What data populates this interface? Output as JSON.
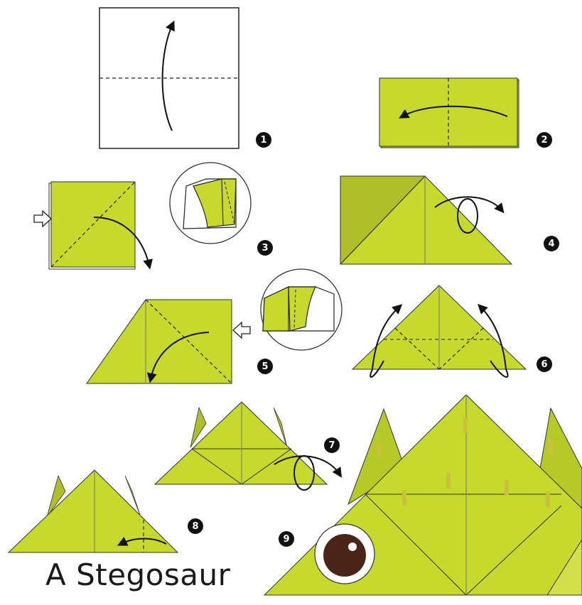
{
  "title": "A Stegosaur",
  "steps": [
    "1",
    "2",
    "3",
    "4",
    "5",
    "6",
    "7",
    "8",
    "9"
  ],
  "colors": {
    "paper": "#c6d92c",
    "paper_dark": "#b5c927",
    "paper_shade": "#a9b82a",
    "outline": "#2a2a10",
    "stripe": "#c9c13a",
    "eye_white": "#ffffff",
    "eye_pupil": "#4a2418"
  },
  "icons": [
    "arrow-icon",
    "hollow-push-arrow-icon",
    "turn-over-icon",
    "eye-icon"
  ]
}
